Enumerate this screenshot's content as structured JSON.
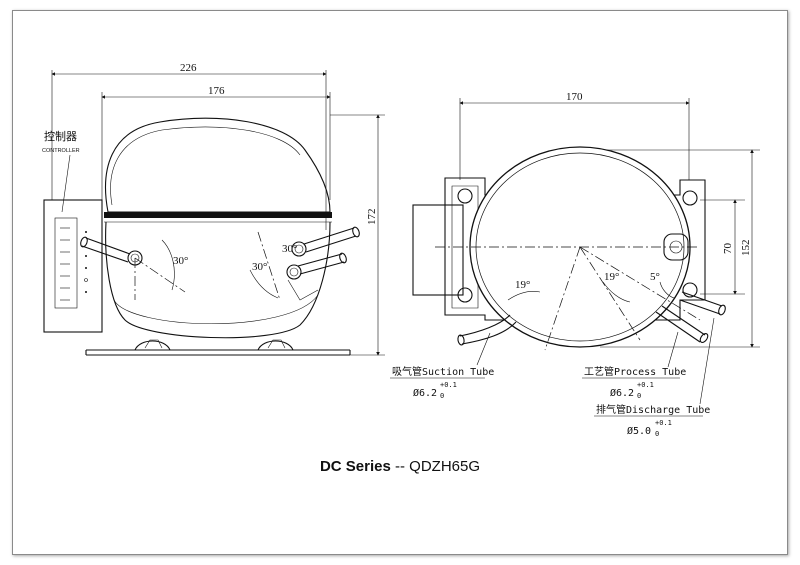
{
  "title": {
    "series": "DC Series",
    "separator": "--",
    "model": "QDZH65G"
  },
  "front_view": {
    "dim_overall_width": "226",
    "dim_body_width": "176",
    "dim_height": "172",
    "angle_left": "30°",
    "angle_mid": "30°",
    "angle_right": "30°",
    "controller_cn": "控制器",
    "controller_en": "CONTROLLER"
  },
  "side_view": {
    "dim_width": "170",
    "dim_mount": "70",
    "dim_height": "152",
    "angle_left": "19°",
    "angle_mid": "19°",
    "angle_small": "5°"
  },
  "tubes": {
    "suction": {
      "name": "吸气管Suction Tube",
      "dia": "Ø6.2",
      "tol_up": "+0.1",
      "tol_low": "0"
    },
    "process": {
      "name": "工艺管Process Tube",
      "dia": "Ø6.2",
      "tol_up": "+0.1",
      "tol_low": "0"
    },
    "discharge": {
      "name": "排气管Discharge Tube",
      "dia": "Ø5.0",
      "tol_up": "+0.1",
      "tol_low": "0"
    }
  }
}
